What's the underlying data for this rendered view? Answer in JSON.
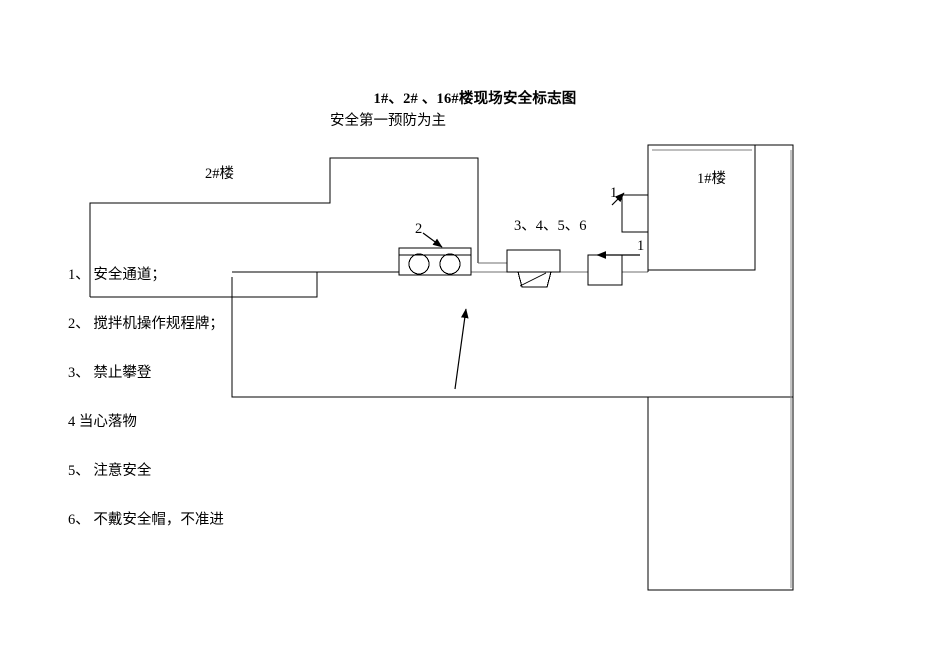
{
  "document": {
    "title": "1#、2# 、16#楼现场安全标志图",
    "subtitle": "安全第一预防为主"
  },
  "plan_labels": {
    "building_2": "2#楼",
    "building_1": "1#楼",
    "mixer_marker": "2",
    "sign_group_marker": "3、4、5、6",
    "gate_marker_upper": "1",
    "gate_marker_lower": "1"
  },
  "legend": {
    "items": [
      "1、 安全通道；",
      "2、 搅拌机操作规程牌；",
      "3、 禁止攀登",
      "4 当心落物",
      "5、 注意安全",
      "6、 不戴安全帽，不准进"
    ]
  },
  "colors": {
    "line": "#000000",
    "line_gray": "#7f7f7f",
    "background": "#ffffff",
    "text": "#000000"
  }
}
